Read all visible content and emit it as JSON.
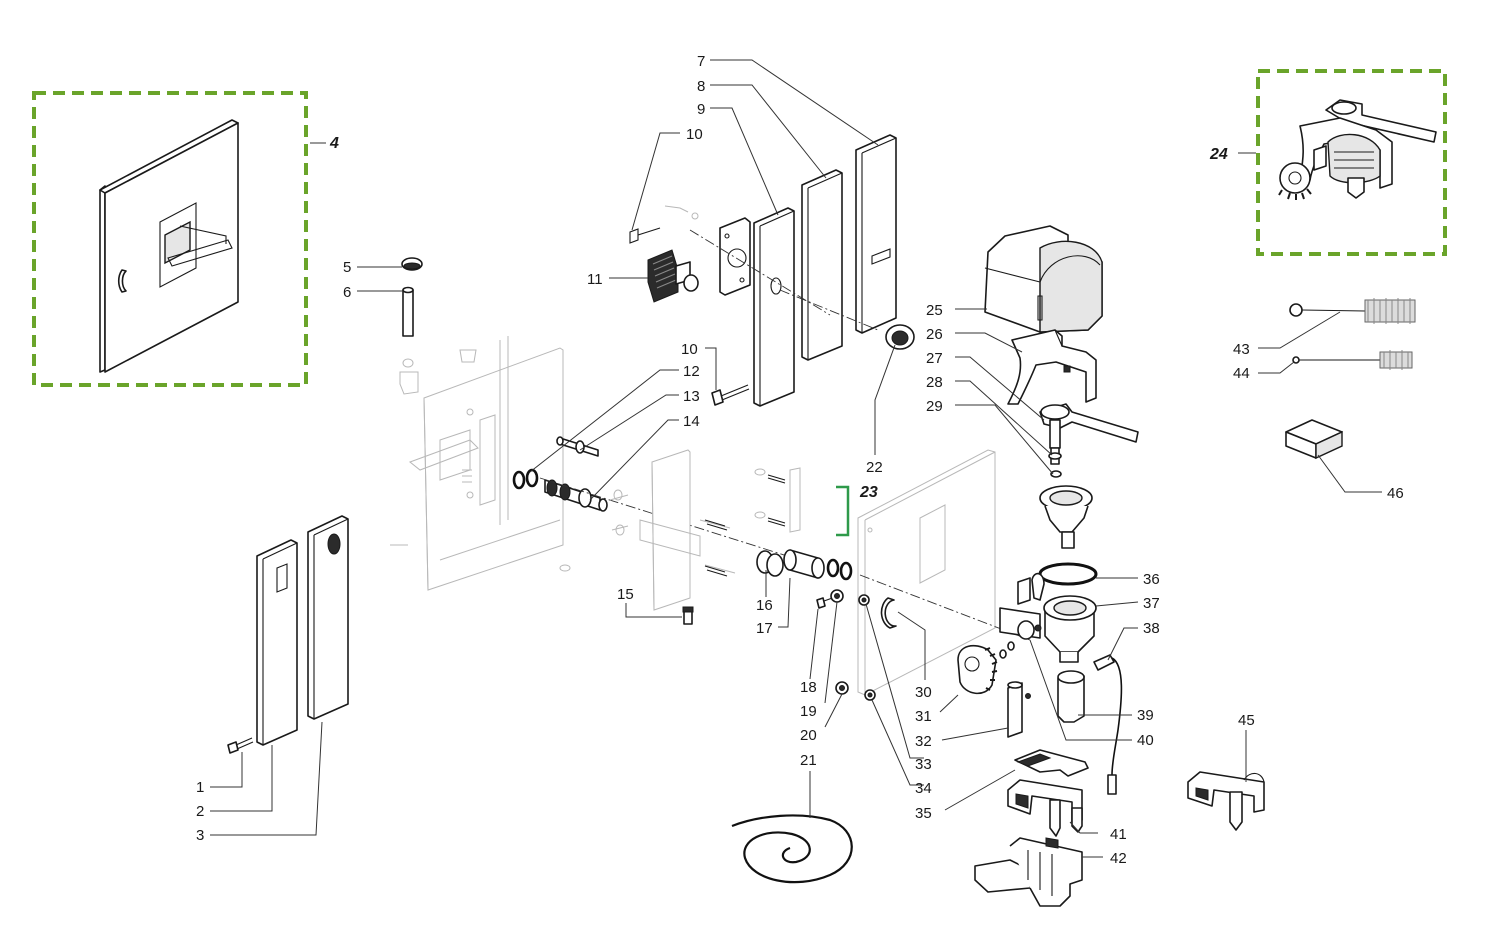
{
  "labels": {
    "l1": "1",
    "l2": "2",
    "l3": "3",
    "l4": "4",
    "l5": "5",
    "l6": "6",
    "l7": "7",
    "l8": "8",
    "l9": "9",
    "l10a": "10",
    "l10b": "10",
    "l11": "11",
    "l12": "12",
    "l13": "13",
    "l14": "14",
    "l15": "15",
    "l16": "16",
    "l17": "17",
    "l18": "18",
    "l19": "19",
    "l20": "20",
    "l21": "21",
    "l22": "22",
    "l23": "23",
    "l24": "24",
    "l25": "25",
    "l26": "26",
    "l27": "27",
    "l28": "28",
    "l29": "29",
    "l30": "30",
    "l31": "31",
    "l32": "32",
    "l33": "33",
    "l34": "34",
    "l35": "35",
    "l36": "36",
    "l37": "37",
    "l38": "38",
    "l39": "39",
    "l40": "40",
    "l41": "41",
    "l42": "42",
    "l43": "43",
    "l44": "44",
    "l45": "45",
    "l46": "46"
  },
  "colors": {
    "highlight_frame": "#6aa42a",
    "bracket": "#2e9a4a",
    "line": "#1a1a1a",
    "ghost": "#b8b8b8"
  }
}
